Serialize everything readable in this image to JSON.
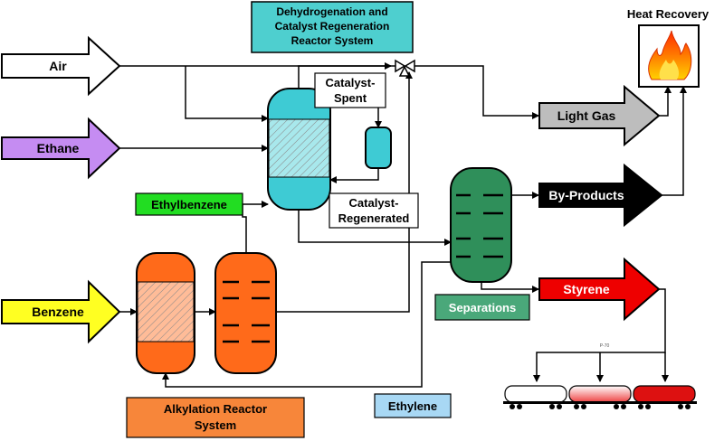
{
  "title": "Heat Recovery",
  "inputs": {
    "air": "Air",
    "ethane": "Ethane",
    "benzene": "Benzene"
  },
  "outputs": {
    "light_gas": "Light Gas",
    "by_products": "By-Products",
    "styrene": "Styrene"
  },
  "systems": {
    "dehydrogenation_line1": "Dehydrogenation and",
    "dehydrogenation_line2": "Catalyst Regeneration",
    "dehydrogenation_line3": "Reactor System",
    "alkylation_line1": "Alkylation Reactor",
    "alkylation_line2": "System",
    "separations": "Separations"
  },
  "streams": {
    "ethylbenzene": "Ethylbenzene",
    "ethylene": "Ethylene",
    "catalyst_spent_line1": "Catalyst-",
    "catalyst_spent_line2": "Spent",
    "catalyst_regen_line1": "Catalyst-",
    "catalyst_regen_line2": "Regenerated",
    "rail_tag": "P-70"
  },
  "colors": {
    "air_arrow": "#ffffff",
    "ethane_arrow": "#c58cf2",
    "benzene_arrow": "#ffff22",
    "light_gas_arrow": "#bdbdbd",
    "by_products_arrow": "#000000",
    "styrene_arrow": "#ee0000",
    "dehydro_vessel": "#3ecbd4",
    "dehydro_label_bg": "#4ecfcf",
    "alkylation_vessel": "#ff6a1a",
    "alkylation_label_bg": "#f7863a",
    "separations_vessel": "#2f8f5a",
    "separations_label_bg": "#4aa87a",
    "ethylbenzene_label_bg": "#22dd22",
    "ethylene_label_bg": "#a8d8f4",
    "flame": "#ff6a00"
  },
  "icons": {
    "heat_recovery": "flame-icon",
    "valve": "three-way-valve-icon",
    "rail": "rail-tank-car-icon"
  }
}
